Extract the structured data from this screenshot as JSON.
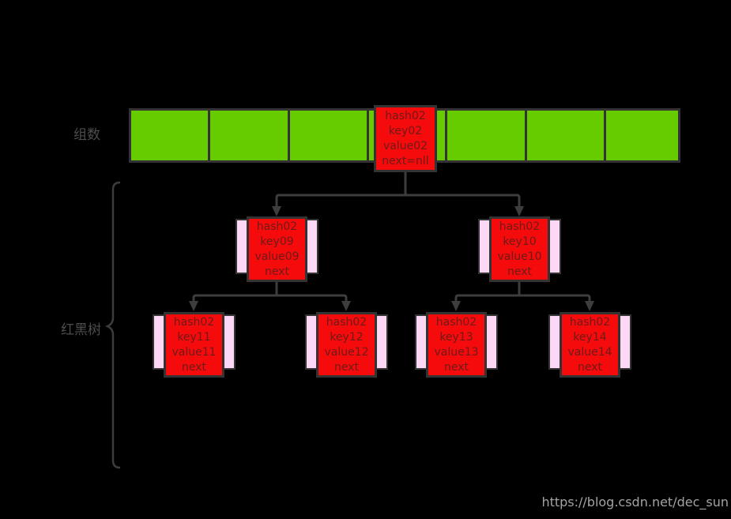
{
  "labels": {
    "array": "组数",
    "tree": "红黑树"
  },
  "watermark": "https://blog.csdn.net/dec_sun",
  "array": {
    "cell_count": 7,
    "node": {
      "lines": [
        "hash02",
        "key02",
        "value02",
        "next=nll"
      ]
    }
  },
  "tree": {
    "nodes": [
      {
        "id": "key09",
        "level": 2,
        "lines": [
          "hash02",
          "key09",
          "value09",
          "next"
        ]
      },
      {
        "id": "key10",
        "level": 2,
        "lines": [
          "hash02",
          "key10",
          "value10",
          "next"
        ]
      },
      {
        "id": "key11",
        "level": 3,
        "lines": [
          "hash02",
          "key11",
          "value11",
          "next"
        ]
      },
      {
        "id": "key12",
        "level": 3,
        "lines": [
          "hash02",
          "key12",
          "value12",
          "next"
        ]
      },
      {
        "id": "key13",
        "level": 3,
        "lines": [
          "hash02",
          "key13",
          "value13",
          "next"
        ]
      },
      {
        "id": "key14",
        "level": 3,
        "lines": [
          "hash02",
          "key14",
          "value14",
          "next"
        ]
      }
    ]
  },
  "colors": {
    "bg": "#000000",
    "green": "#66CC00",
    "red": "#F50B0B",
    "pink": "#FCD7F6",
    "border": "#333333",
    "line": "#3D3D3D",
    "nodeText": "#6D1A1A",
    "labelText": "#4D4D4D",
    "wmText": "#A3A3A3"
  }
}
